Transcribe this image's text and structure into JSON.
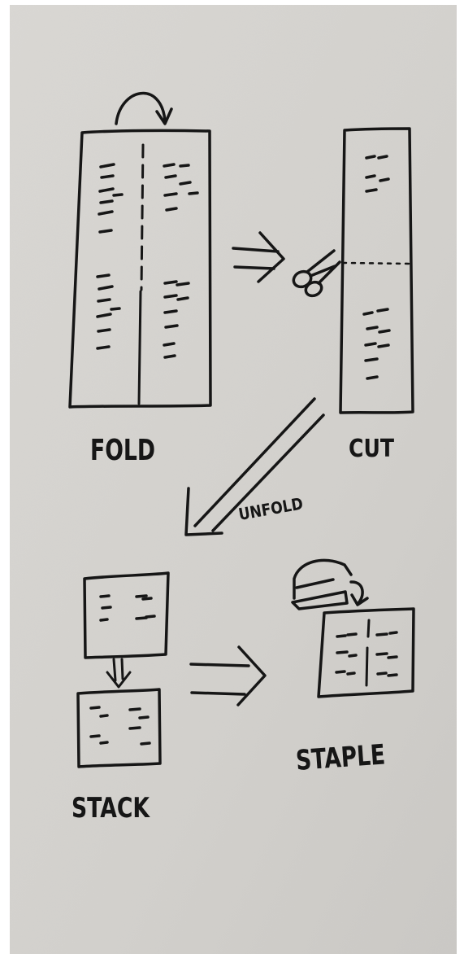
{
  "labels": {
    "fold": "FOLD",
    "cut": "CUT",
    "unfold": "UNFOLD",
    "stack": "STACK",
    "staple": "STAPLE"
  },
  "colors": {
    "paper": "#d6d4d0",
    "ink": "#161616",
    "background": "#ffffff"
  },
  "icons": [
    "fold-arrow-icon",
    "scissors-icon",
    "stapler-icon",
    "staple-arrow-icon",
    "stack-down-arrow-icon"
  ]
}
